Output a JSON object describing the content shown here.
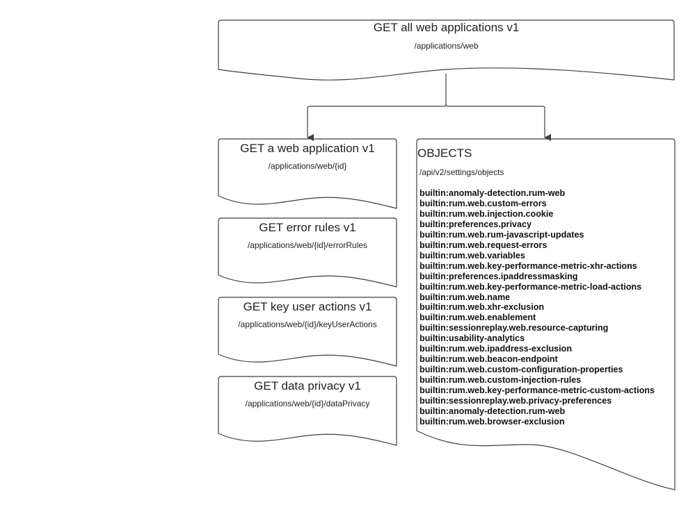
{
  "top": {
    "title": "GET all web applications v1",
    "path": "/applications/web"
  },
  "endpoints": [
    {
      "title": "GET a web application v1",
      "path": "/applications/web/{id}"
    },
    {
      "title": "GET error rules v1",
      "path": "/applications/web/{id}/errorRules"
    },
    {
      "title": "GET key user actions v1",
      "path": "/applications/web/{id}/keyUserActions"
    },
    {
      "title": "GET data privacy  v1",
      "path": "/applications/web/{id}/dataPrivacy"
    }
  ],
  "objects": {
    "title": "OBJECTS",
    "path": "/api/v2/settings/objects",
    "items": [
      "builtin:anomaly-detection.rum-web",
      "builtin:rum.web.custom-errors",
      "builtin:rum.web.injection.cookie",
      "builtin:preferences.privacy",
      "builtin:rum.web.rum-javascript-updates",
      "builtin:rum.web.request-errors",
      "builtin:rum.web.variables",
      "builtin:rum.web.key-performance-metric-xhr-actions",
      "builtin:preferences.ipaddressmasking",
      "builtin:rum.web.key-performance-metric-load-actions",
      "builtin:rum.web.name",
      "builtin:rum.web.xhr-exclusion",
      "builtin:rum.web.enablement",
      "builtin:sessionreplay.web.resource-capturing",
      "builtin:usability-analytics",
      "builtin:rum.web.ipaddress-exclusion",
      "builtin:rum.web.beacon-endpoint",
      "builtin:rum.web.custom-configuration-properties",
      "builtin:rum.web.custom-injection-rules",
      "builtin:rum.web.key-performance-metric-custom-actions",
      "builtin:sessionreplay.web.privacy-preferences",
      "builtin:anomaly-detection.rum-web",
      "builtin:rum.web.browser-exclusion"
    ]
  }
}
